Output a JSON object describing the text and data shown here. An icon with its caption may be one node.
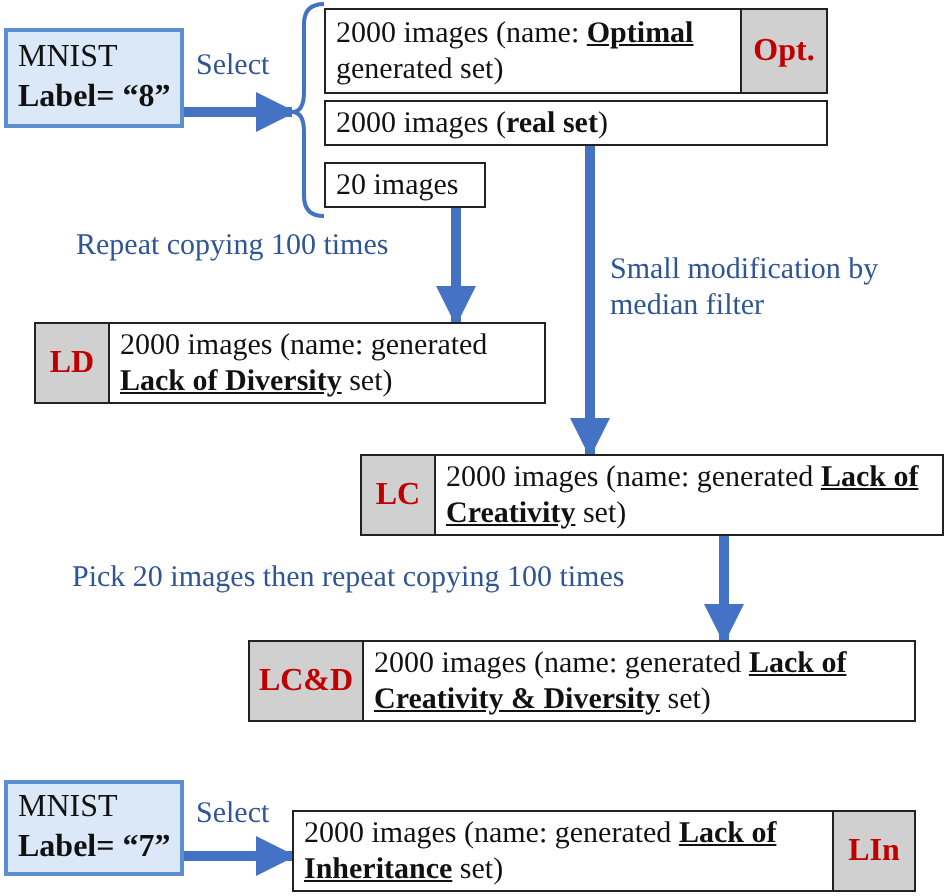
{
  "diagram": {
    "nodes": [
      {
        "text": [
          "MNIST",
          "Label= “8”"
        ]
      },
      {
        "text": [
          "2000 images (name: **Optimal** generated set)",
          "Opt."
        ]
      },
      {
        "text": [
          "2000 images (**real set**)"
        ]
      },
      {
        "text": [
          "20 images"
        ]
      },
      {
        "text": [
          "LD",
          "2000 images (name: generated **Lack of Diversity** set)"
        ]
      },
      {
        "text": [
          "LC",
          "2000 images (name: generated **Lack of Creativity** set)"
        ]
      },
      {
        "text": [
          "LC&D",
          "2000 images (name: generated **Lack of Creativity & Diversity** set)"
        ]
      },
      {
        "text": [
          "MNIST",
          "Label= “7”"
        ]
      },
      {
        "text": [
          "2000 images (name: generated **Lack of Inheritance** set)",
          "LIn"
        ]
      }
    ],
    "edges": [
      {
        "from": 0,
        "to": 1,
        "arrow": "to",
        "label": "Select"
      },
      {
        "from": 0,
        "to": 2,
        "arrow": "to"
      },
      {
        "from": 0,
        "to": 3,
        "arrow": "to"
      },
      {
        "from": 3,
        "to": 4,
        "arrow": "to",
        "label": "Repeat copying 100 times"
      },
      {
        "from": 2,
        "to": 5,
        "arrow": "to",
        "label": "Small modification by median filter"
      },
      {
        "from": 5,
        "to": 6,
        "arrow": "to",
        "label": "Pick 20 images then repeat copying 100 times"
      },
      {
        "from": 7,
        "to": 8,
        "arrow": "to",
        "label": "Select"
      }
    ]
  }
}
